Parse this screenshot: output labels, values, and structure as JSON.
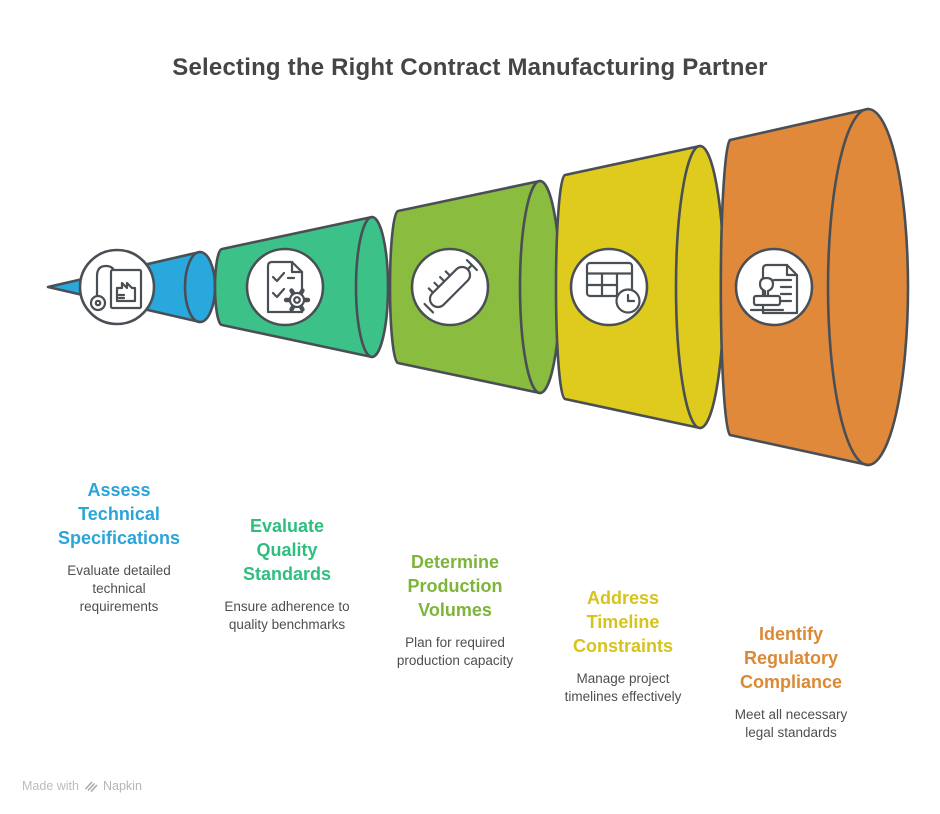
{
  "title": "Selecting the Right Contract Manufacturing Partner",
  "colors": {
    "outline": "#4A4F55",
    "icon_stroke": "#4A4F55",
    "desc_text": "#4F4F4F"
  },
  "stages": [
    {
      "heading_lines": [
        "Assess",
        "Technical",
        "Specifications"
      ],
      "desc_lines": [
        "Evaluate detailed",
        "technical",
        "requirements"
      ],
      "fill": "#29A8DE",
      "text_color": "#2BA4D9",
      "icon": "blueprint-icon"
    },
    {
      "heading_lines": [
        "Evaluate",
        "Quality",
        "Standards"
      ],
      "desc_lines": [
        "Ensure adherence to",
        "quality benchmarks"
      ],
      "fill": "#3CC289",
      "text_color": "#2FBE7E",
      "icon": "checklist-gear-icon"
    },
    {
      "heading_lines": [
        "Determine",
        "Production",
        "Volumes"
      ],
      "desc_lines": [
        "Plan for required",
        "production capacity"
      ],
      "fill": "#8ABC3F",
      "text_color": "#7DB43A",
      "icon": "syringe-icon"
    },
    {
      "heading_lines": [
        "Address",
        "Timeline",
        "Constraints"
      ],
      "desc_lines": [
        "Manage project",
        "timelines effectively"
      ],
      "fill": "#DECB1E",
      "text_color": "#D7C31D",
      "icon": "table-clock-icon"
    },
    {
      "heading_lines": [
        "Identify",
        "Regulatory",
        "Compliance"
      ],
      "desc_lines": [
        "Meet all necessary",
        "legal standards"
      ],
      "fill": "#E0893B",
      "text_color": "#DC8936",
      "icon": "stamp-document-icon"
    }
  ],
  "footer": {
    "label": "Made with",
    "brand": "Napkin"
  }
}
